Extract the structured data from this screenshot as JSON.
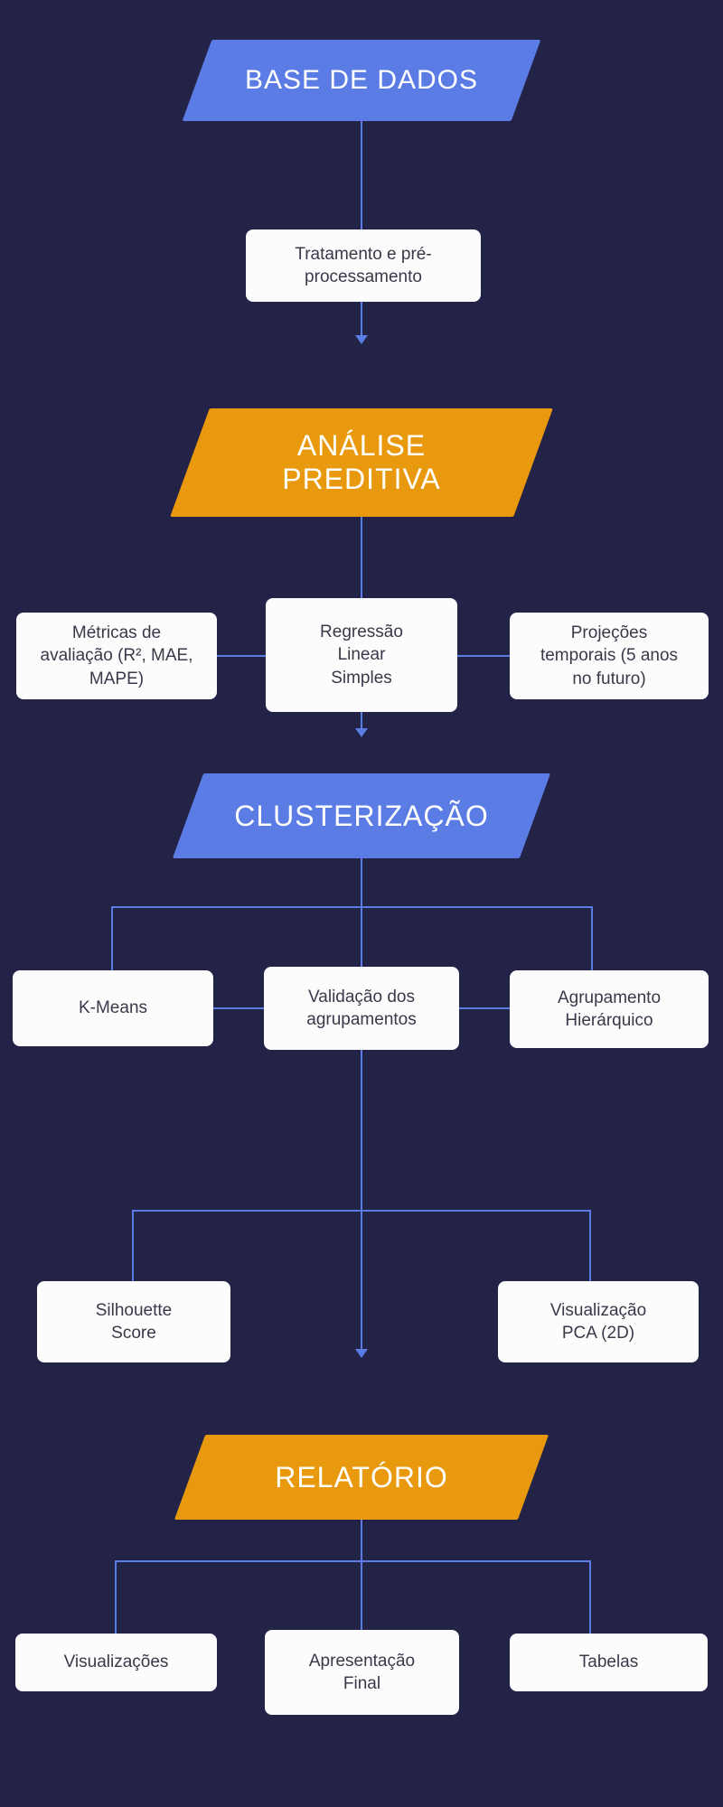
{
  "colors": {
    "background": "#232347",
    "blue": "#5b7ce5",
    "orange": "#e9990d",
    "box_bg": "#fcfcfc",
    "box_text": "#39394a",
    "line": "#5b7ce5"
  },
  "flowchart": {
    "stage_headers": {
      "base_de_dados": {
        "label": "BASE DE DADOS",
        "fill": "blue"
      },
      "analise_preditiva": {
        "label": "ANÁLISE PREDITIVA",
        "fill": "orange"
      },
      "clusterizacao": {
        "label": "CLUSTERIZAÇÃO",
        "fill": "blue"
      },
      "relatorio": {
        "label": "RELATÓRIO",
        "fill": "orange"
      }
    },
    "process_boxes": {
      "tratamento": {
        "label": "Tratamento e pré-processamento"
      },
      "metricas": {
        "label": "Métricas de avaliação (R², MAE, MAPE)"
      },
      "regressao": {
        "label": "Regressão Linear Simples"
      },
      "projecoes": {
        "label": "Projeções temporais (5 anos no futuro)"
      },
      "kmeans": {
        "label": "K-Means"
      },
      "validacao": {
        "label": "Validação dos agrupamentos"
      },
      "agrupamento_hierarquico": {
        "label": "Agrupamento Hierárquico"
      },
      "silhouette": {
        "label": "Silhouette Score"
      },
      "pca": {
        "label": "Visualização PCA (2D)"
      },
      "visualizacoes": {
        "label": "Visualizações"
      },
      "apresentacao_final": {
        "label": "Apresentação Final"
      },
      "tabelas": {
        "label": "Tabelas"
      }
    }
  }
}
